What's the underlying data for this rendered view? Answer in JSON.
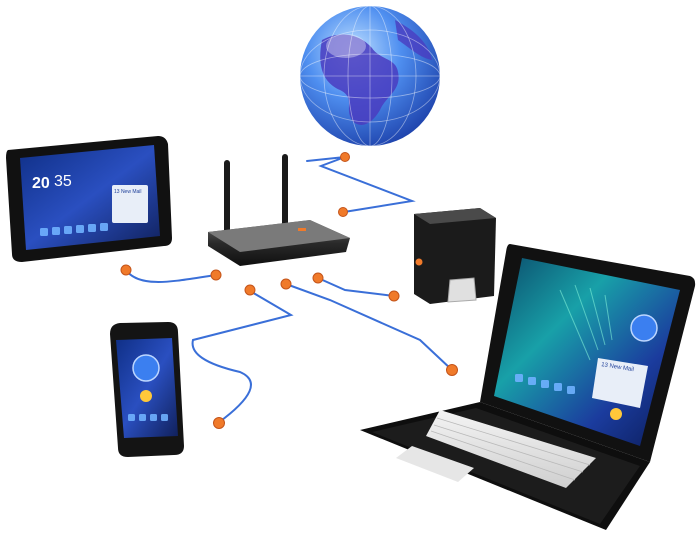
{
  "tablet": {
    "clock_hour": "20",
    "clock_minute": "35",
    "widget_title": "13 New Mail"
  },
  "laptop": {
    "widget_title": "13 New Mail"
  },
  "colors": {
    "cable": "#3a6fd8",
    "connector": "#f07a2a",
    "device_body": "#1a1a1a",
    "screen_blue": "#1e3f9a",
    "globe_ocean": "#3b74e0",
    "globe_land": "#4a3cc0"
  },
  "icons": [
    "globe-icon",
    "router-icon",
    "tablet-icon",
    "smartphone-icon",
    "laptop-icon",
    "storage-drive-icon"
  ]
}
